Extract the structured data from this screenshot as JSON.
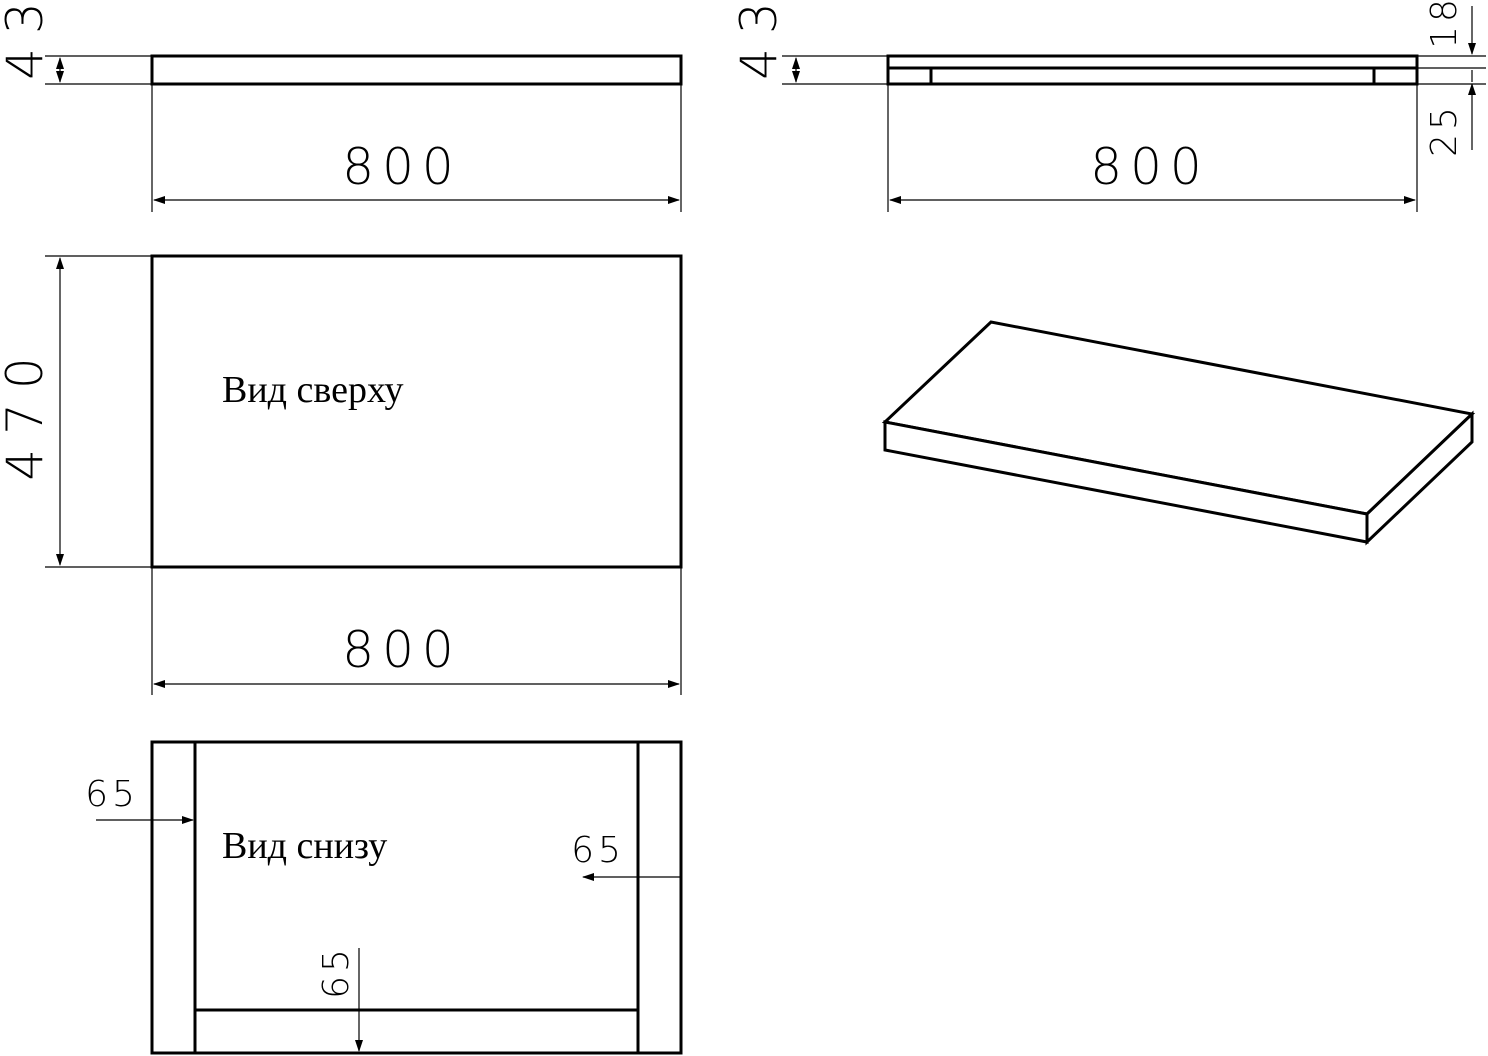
{
  "views": {
    "front_left": {
      "height": "43",
      "width": "800"
    },
    "front_right": {
      "height": "43",
      "width": "800",
      "top_thickness": "18",
      "frame_height": "25"
    },
    "top": {
      "label": "Вид сверху",
      "depth": "470",
      "width": "800"
    },
    "bottom": {
      "label": "Вид снизу",
      "left_rail": "65",
      "right_rail": "65",
      "bottom_rail": "65"
    }
  }
}
